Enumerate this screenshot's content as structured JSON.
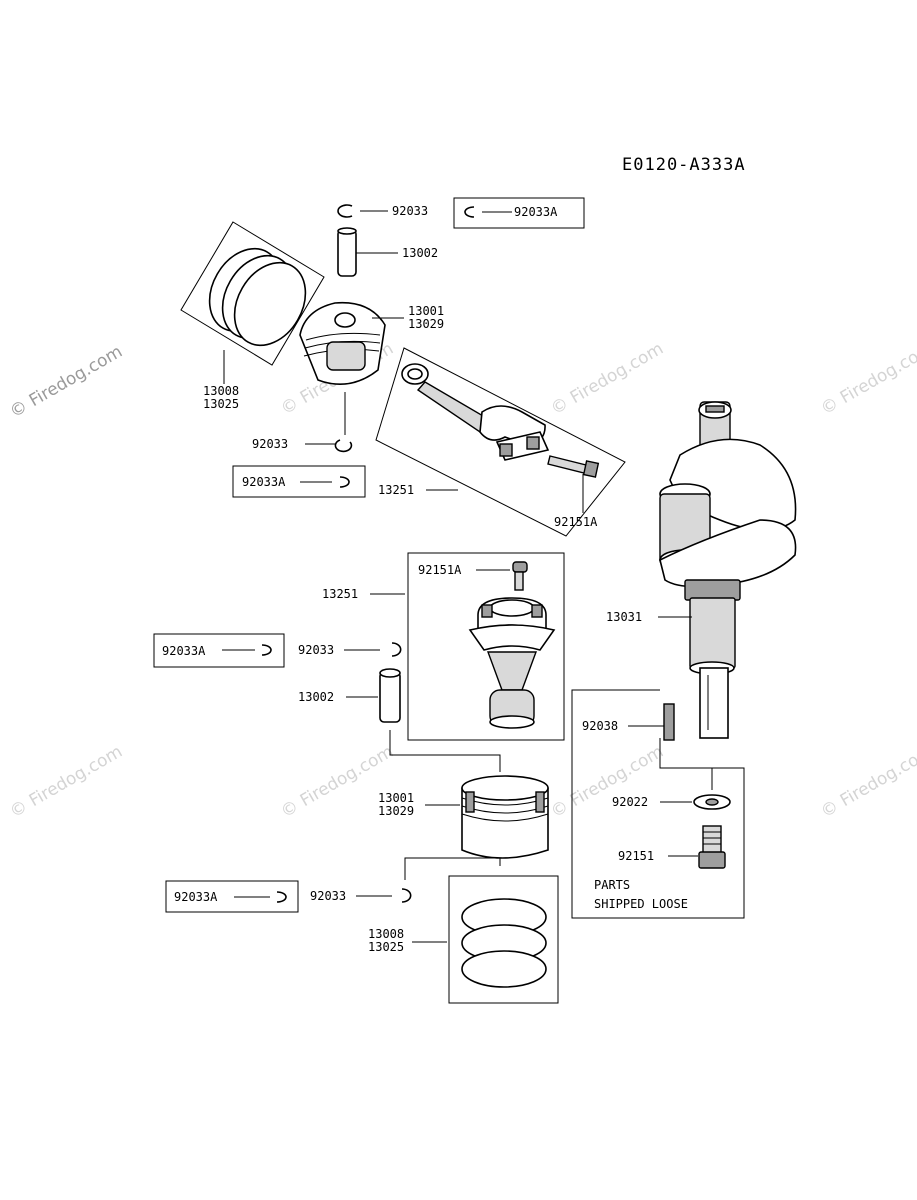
{
  "diagram_code": "E0120-A333A",
  "watermark": "© Firedog.com",
  "labels": {
    "circlip_top": "92033",
    "circlip_top_alt": "92033A",
    "pin_top": "13002",
    "piston_top_a": "13001",
    "piston_top_b": "13029",
    "rings_top_a": "13008",
    "rings_top_b": "13025",
    "circlip_top2": "92033",
    "circlip_top2_alt": "92033A",
    "rod_top": "13251",
    "bolt_top": "92151A",
    "bolt_bottom": "92151A",
    "rod_bottom": "13251",
    "circlip_mid_alt": "92033A",
    "circlip_mid": "92033",
    "pin_bottom": "13002",
    "piston_bottom_a": "13001",
    "piston_bottom_b": "13029",
    "circlip_low_alt": "92033A",
    "circlip_low": "92033",
    "rings_bottom_a": "13008",
    "rings_bottom_b": "13025",
    "crankshaft": "13031",
    "key": "92038",
    "washer": "92022",
    "bolt_crank": "92151",
    "loose_line1": "PARTS",
    "loose_line2": "SHIPPED LOOSE"
  }
}
